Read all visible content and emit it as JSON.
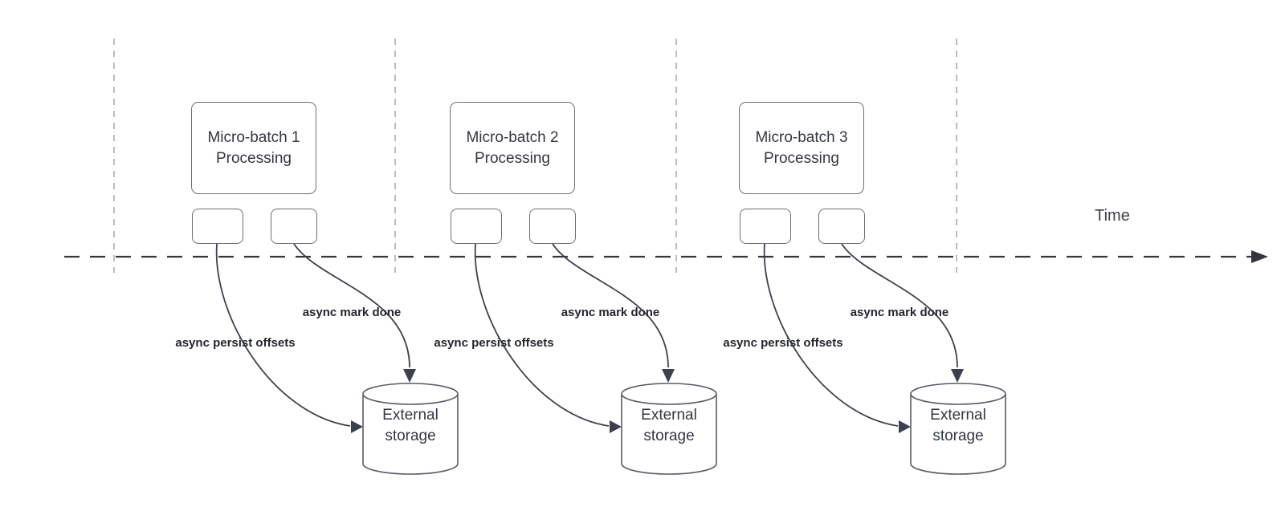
{
  "timeline": {
    "label": "Time"
  },
  "batches": [
    {
      "box_label": "Micro-batch 1\nProcessing",
      "persist_label": "async persist offsets",
      "mark_label": "async mark done",
      "storage_label": "External\nstorage"
    },
    {
      "box_label": "Micro-batch 2\nProcessing",
      "persist_label": "async persist offsets",
      "mark_label": "async mark done",
      "storage_label": "External\nstorage"
    },
    {
      "box_label": "Micro-batch 3\nProcessing",
      "persist_label": "async persist offsets",
      "mark_label": "async mark done",
      "storage_label": "External\nstorage"
    }
  ],
  "colors": {
    "box_border": "#696f76",
    "cylinder_stroke": "#575d66",
    "arrow_stroke": "#3b414d",
    "time_axis": "#33363b",
    "guide_dashed": "#ababb0",
    "text": "#32383f",
    "label_text": "#22262e"
  }
}
